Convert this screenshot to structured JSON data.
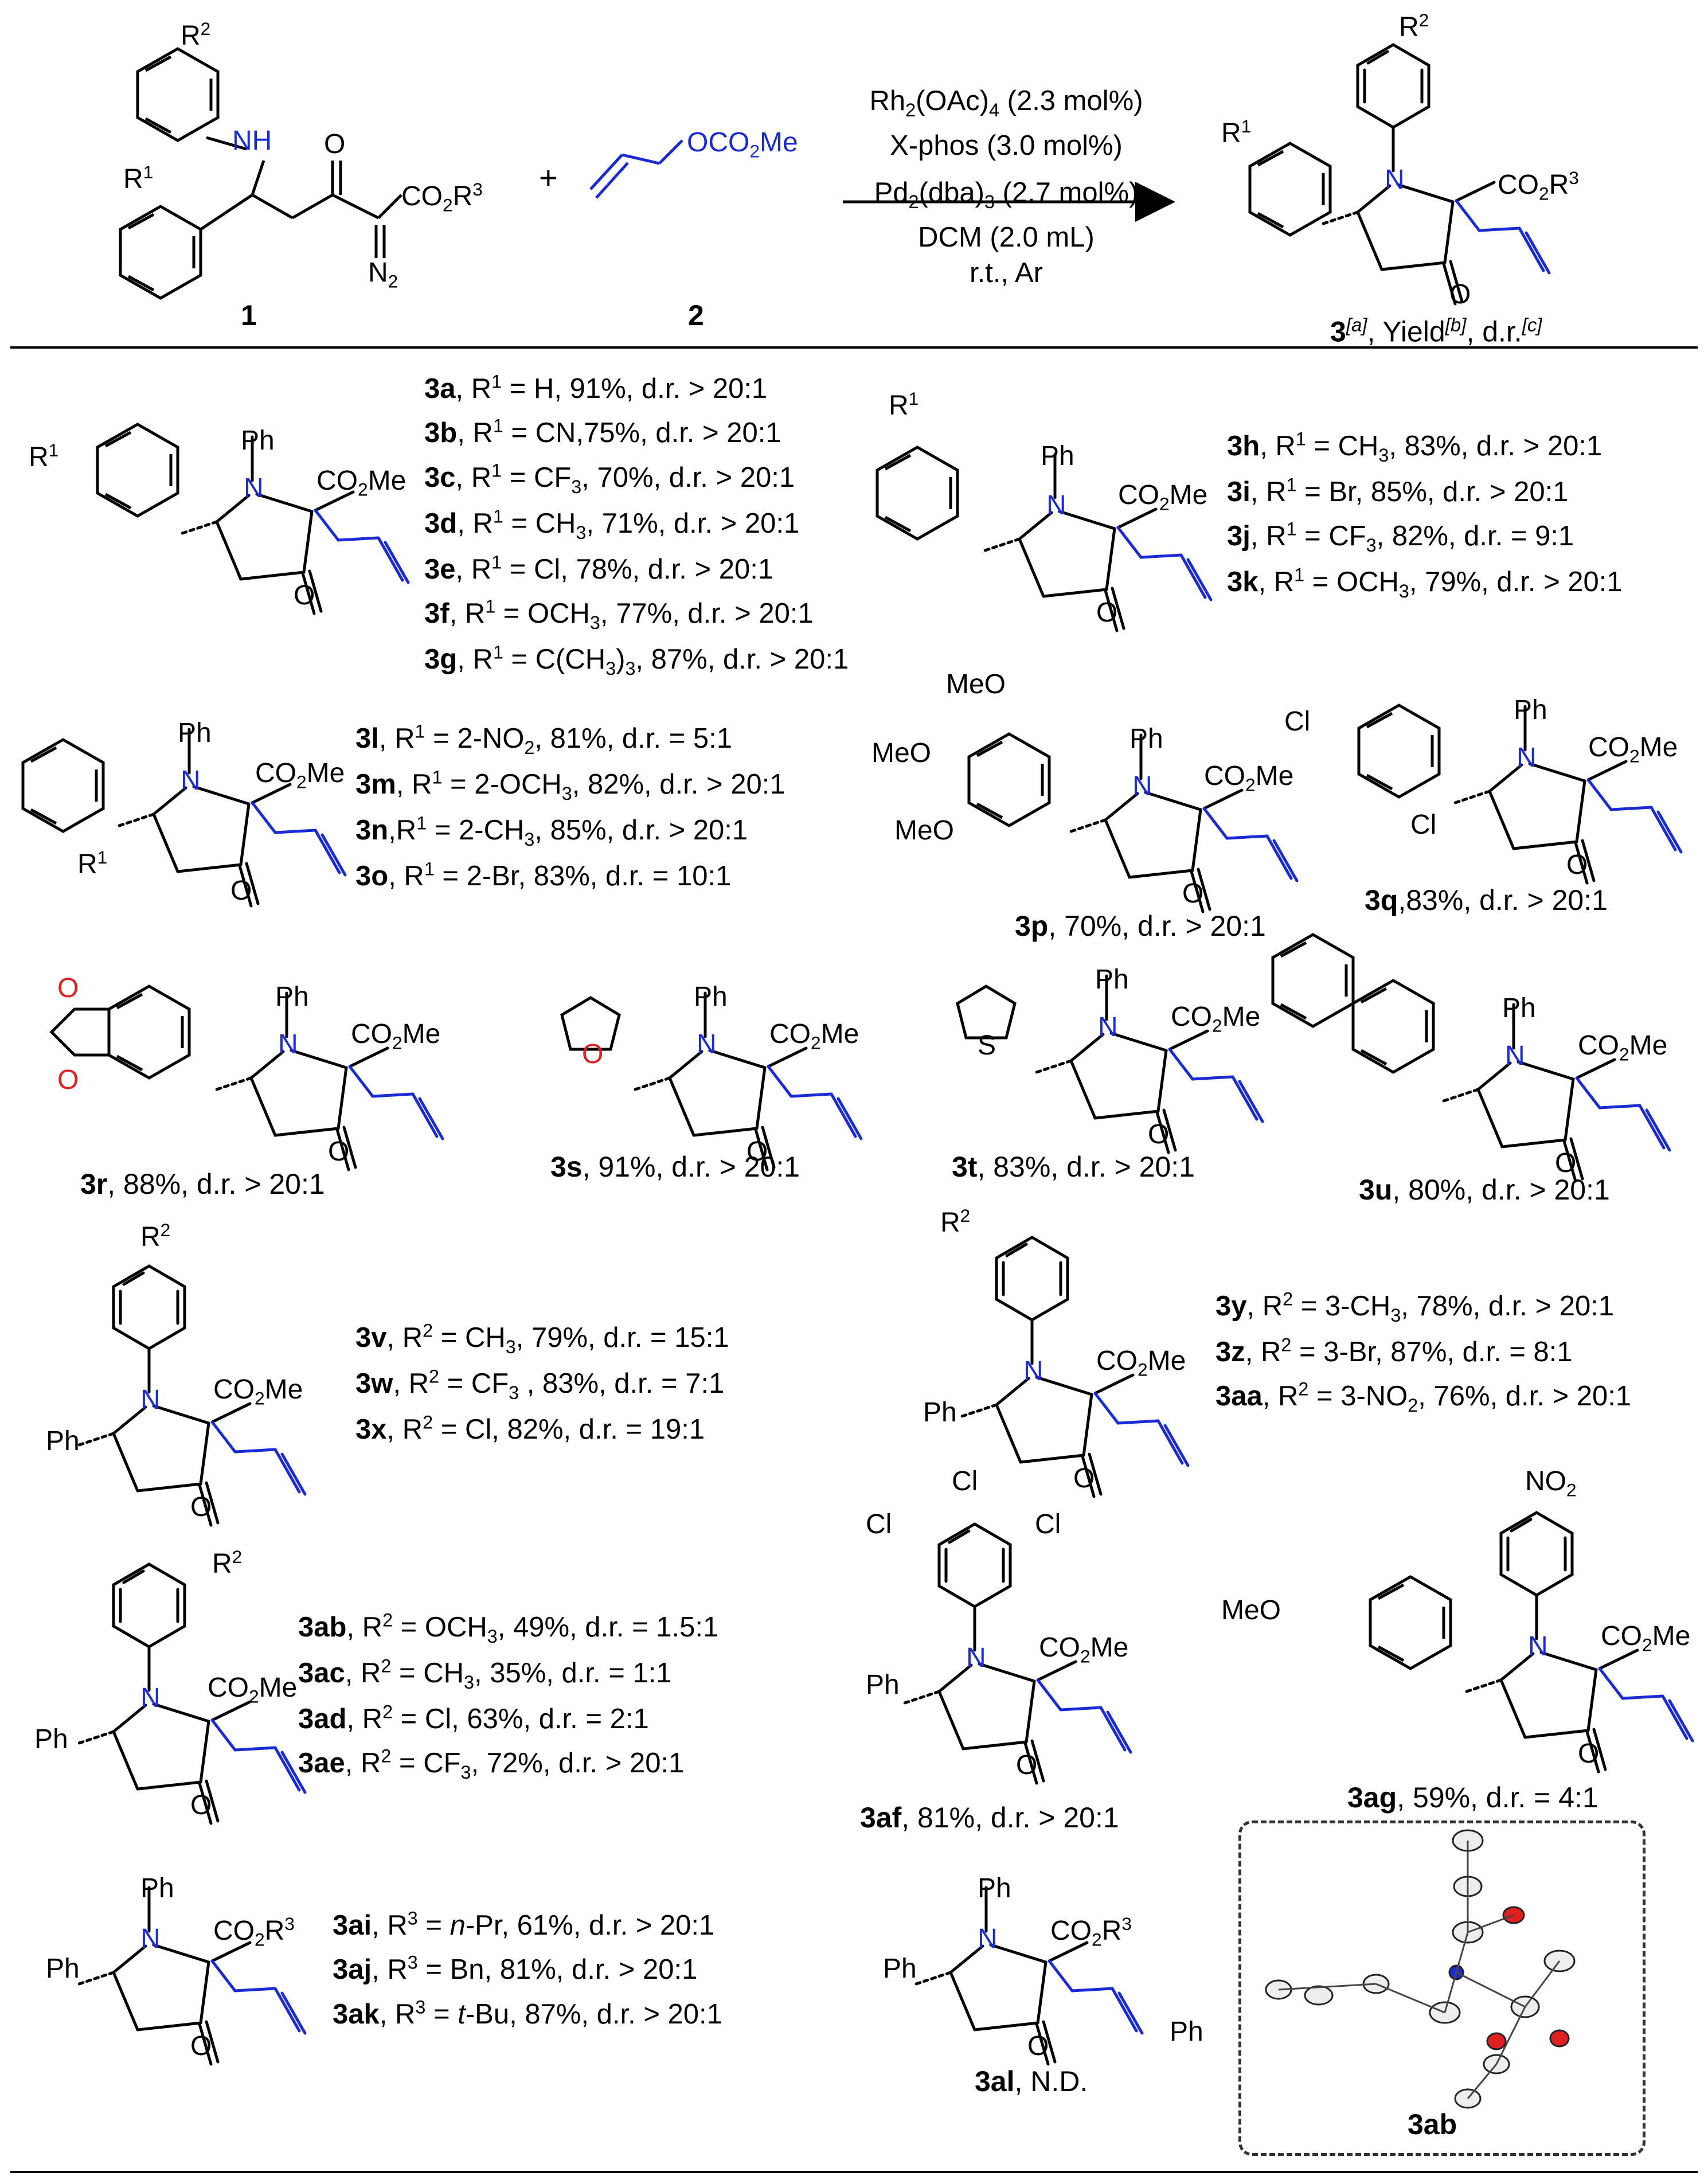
{
  "scheme": {
    "reactant1_label": "1",
    "reactant2_label": "2",
    "plus": "+",
    "reactant2_text": "OCO2Me",
    "conditions": [
      "Rh2(OAc)4 (2.3 mol%)",
      "X-phos  (3.0 mol%)",
      "Pd2(dba)3 (2.7 mol%)",
      "DCM (2.0 mL)",
      "r.t.,  Ar"
    ],
    "product_caption": "3[a], Yield[b], d.r.[c]"
  },
  "atoms": {
    "NH": "NH",
    "N": "N",
    "O": "O",
    "N2": "N2",
    "CO2R3": "CO2R3",
    "CO2Me": "CO2Me",
    "R1": "R1",
    "R2": "R2",
    "Ph": "Ph",
    "MeO": "MeO",
    "Cl": "Cl",
    "S": "S",
    "NO2": "NO2"
  },
  "groups": [
    {
      "id": "3a-3g",
      "entries": [
        "3a, R1 = H, 91%, d.r. > 20:1",
        "3b, R1 = CN,75%, d.r. > 20:1",
        "3c, R1 = CF3, 70%, d.r. > 20:1",
        "3d, R1 = CH3, 71%, d.r. > 20:1",
        "3e, R1 = Cl, 78%, d.r. >  20:1",
        "3f, R1 = OCH3, 77%, d.r. > 20:1",
        "3g, R1 = C(CH3)3, 87%, d.r. > 20:1"
      ]
    },
    {
      "id": "3h-3k",
      "entries": [
        "3h, R1 = CH3, 83%, d.r. > 20:1",
        "3i, R1 = Br, 85%, d.r. > 20:1",
        "3j, R1 = CF3, 82%, d.r. = 9:1",
        "3k, R1 = OCH3, 79%, d.r. > 20:1"
      ]
    },
    {
      "id": "3l-3o",
      "entries": [
        "3l, R1 = 2-NO2, 81%, d.r. = 5:1",
        "3m, R1 = 2-OCH3, 82%, d.r. > 20:1",
        "3n,R1 = 2-CH3, 85%, d.r. > 20:1",
        "3o, R1 = 2-Br, 83%, d.r. = 10:1"
      ]
    },
    {
      "id": "3v-3x",
      "entries": [
        "3v, R2 = CH3, 79%, d.r. = 15:1",
        "3w, R2 = CF3 , 83%, d.r. = 7:1",
        "3x, R2 = Cl, 82%, d.r.  = 19:1"
      ]
    },
    {
      "id": "3y-3aa",
      "entries": [
        "3y, R2 = 3-CH3, 78%, d.r. > 20:1",
        "3z, R2 = 3-Br, 87%, d.r. = 8:1",
        "3aa, R2 = 3-NO2, 76%, d.r. > 20:1"
      ]
    },
    {
      "id": "3ab-3ae",
      "entries": [
        "3ab, R2 = OCH3, 49%, d.r. = 1.5:1",
        "3ac, R2 = CH3, 35%, d.r. = 1:1",
        "3ad, R2 = Cl, 63%, d.r. = 2:1",
        "3ae, R2 = CF3, 72%, d.r. > 20:1"
      ]
    },
    {
      "id": "3ai-3ak",
      "entries": [
        "3ai, R3 = n-Pr, 61%, d.r. > 20:1",
        "3aj, R3 = Bn, 81%, d.r. > 20:1",
        "3ak, R3 = t-Bu, 87%, d.r. > 20:1"
      ]
    }
  ],
  "singles": {
    "3p": "3p, 70%, d.r. > 20:1",
    "3q": "3q,83%, d.r. > 20:1",
    "3r": "3r, 88%, d.r. > 20:1",
    "3s": "3s, 91%, d.r. > 20:1",
    "3t": "3t, 83%, d.r. > 20:1",
    "3u": "3u, 80%, d.r. > 20:1",
    "3af": "3af, 81%, d.r. > 20:1",
    "3ag": "3ag, 59%, d.r. = 4:1",
    "3al": "3al, N.D."
  },
  "xray": {
    "label": "3ab"
  },
  "colors": {
    "nitrogen": "#1a2bd6",
    "oxygen": "#e02020",
    "allyl": "#1a2bd6",
    "text": "#000000"
  }
}
